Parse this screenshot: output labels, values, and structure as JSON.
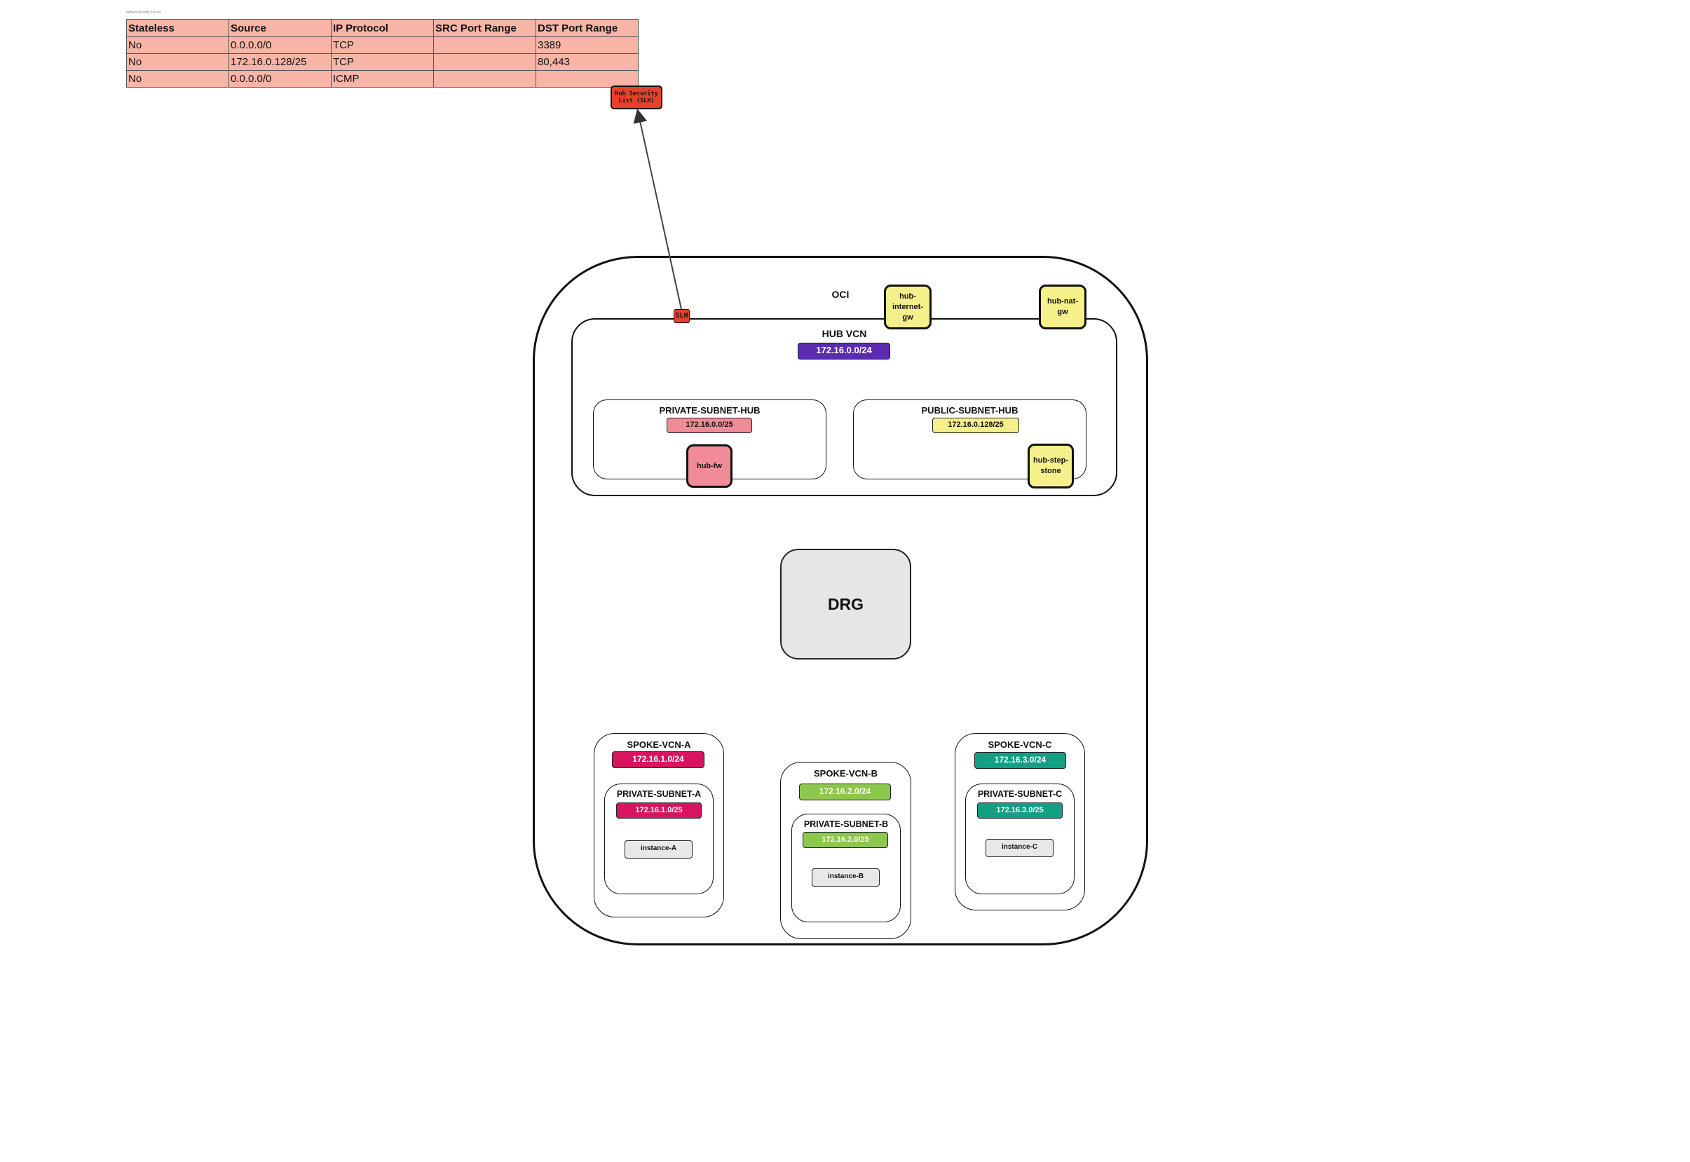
{
  "table": {
    "caption": "default security list slsl",
    "headers": [
      "Stateless",
      "Source",
      "IP Protocol",
      "SRC Port Range",
      "DST Port Range"
    ],
    "rows": [
      [
        "No",
        "0.0.0.0/0",
        "TCP",
        "",
        "3389"
      ],
      [
        "No",
        "172.16.0.128/25",
        "TCP",
        "",
        "80,443"
      ],
      [
        "No",
        "0.0.0.0/0",
        "ICMP",
        "",
        ""
      ]
    ]
  },
  "security_list_node": {
    "label": "Hub Security List (SLH)",
    "color": "#e8412a"
  },
  "slh_badge": "SLH",
  "oci": {
    "label": "OCI"
  },
  "hub_vcn": {
    "label": "HUB VCN",
    "cidr": "172.16.0.0/24",
    "color": "#5b2bb0"
  },
  "gateways": {
    "internet": {
      "label": "hub-internet-gw",
      "color": "#f5f08a"
    },
    "nat": {
      "label": "hub-nat-gw",
      "color": "#f5f08a"
    }
  },
  "private_subnet_hub": {
    "label": "PRIVATE-SUBNET-HUB",
    "cidr": "172.16.0.0/25",
    "color": "#f28b98"
  },
  "public_subnet_hub": {
    "label": "PUBLIC-SUBNET-HUB",
    "cidr": "172.16.0.128/25",
    "color": "#f5f08a"
  },
  "hub_fw": {
    "label": "hub-fw",
    "color": "#f28b98"
  },
  "hub_step_stone": {
    "label": "hub-step-stone",
    "color": "#f5f08a"
  },
  "drg": {
    "label": "DRG",
    "color": "#e6e6e6"
  },
  "spokes": [
    {
      "vcn_label": "SPOKE-VCN-A",
      "vcn_cidr": "172.16.1.0/24",
      "subnet_label": "PRIVATE-SUBNET-A",
      "subnet_cidr": "172.16.1.0/25",
      "instance": "instance-A",
      "color": "#d6145f"
    },
    {
      "vcn_label": "SPOKE-VCN-B",
      "vcn_cidr": "172.16.2.0/24",
      "subnet_label": "PRIVATE-SUBNET-B",
      "subnet_cidr": "172.16.2.0/25",
      "instance": "instance-B",
      "color": "#8cc84b"
    },
    {
      "vcn_label": "SPOKE-VCN-C",
      "vcn_cidr": "172.16.3.0/24",
      "subnet_label": "PRIVATE-SUBNET-C",
      "subnet_cidr": "172.16.3.0/25",
      "instance": "instance-C",
      "color": "#12a085"
    }
  ]
}
